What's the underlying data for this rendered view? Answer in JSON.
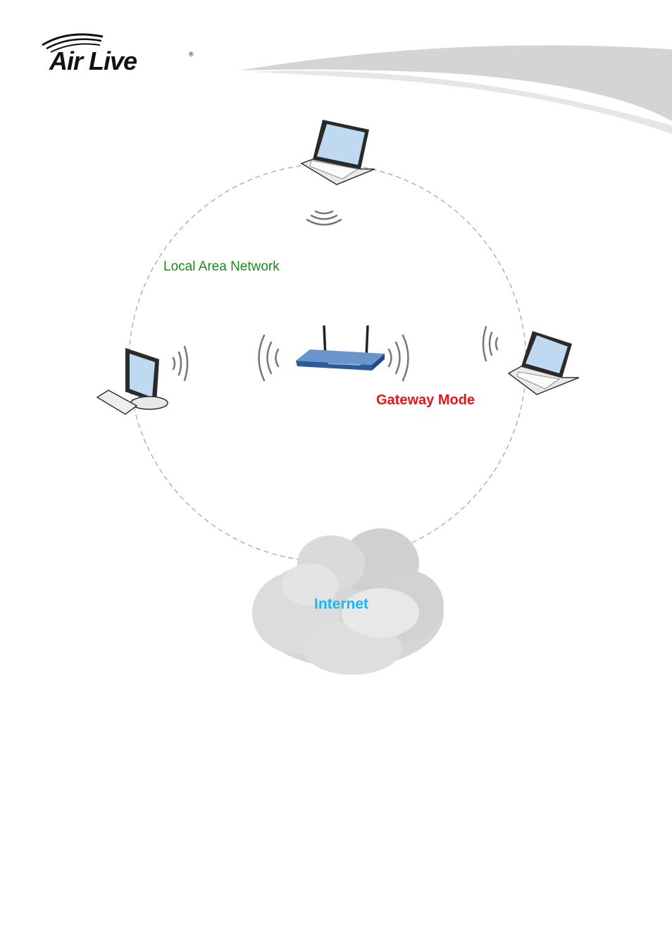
{
  "brand": {
    "logo_text": "Air Live",
    "registered_mark": "®"
  },
  "diagram": {
    "lan_label": "Local Area Network",
    "mode_label": "Gateway Mode",
    "internet_label": "Internet"
  },
  "colors": {
    "lan_label": "#1a8a1a",
    "mode_label": "#e8141c",
    "internet_label": "#1ab6f0",
    "router_body": "#3f6fb0",
    "cloud": "#d9d9d9",
    "circle": "#aaaaaa"
  },
  "icons": [
    "airlive-logo",
    "laptop-icon",
    "desktop-computer-icon",
    "wireless-router-icon",
    "wifi-signal-icon",
    "cloud-icon"
  ]
}
